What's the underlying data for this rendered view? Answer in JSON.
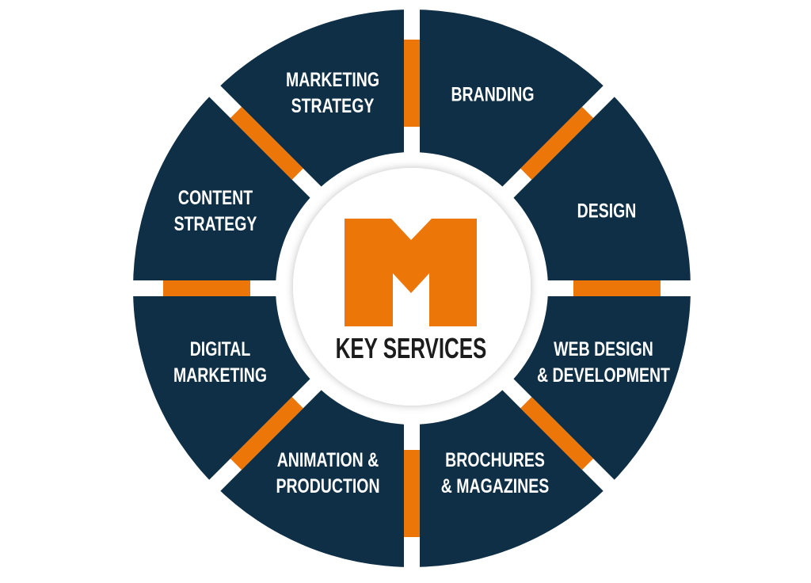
{
  "colors": {
    "segment": "#0e2f45",
    "accent": "#ec7608",
    "text": "#ffffff",
    "title": "#1c1c1c"
  },
  "center": {
    "logo_letter": "M",
    "title": "KEY SERVICES"
  },
  "segments": [
    {
      "lines": [
        "MARKETING",
        "STRATEGY"
      ]
    },
    {
      "lines": [
        "BRANDING"
      ]
    },
    {
      "lines": [
        "DESIGN"
      ]
    },
    {
      "lines": [
        "WEB DESIGN",
        "& DEVELOPMENT"
      ]
    },
    {
      "lines": [
        "BROCHURES",
        "& MAGAZINES"
      ]
    },
    {
      "lines": [
        "ANIMATION &",
        "PRODUCTION"
      ]
    },
    {
      "lines": [
        "DIGITAL",
        "MARKETING"
      ]
    },
    {
      "lines": [
        "CONTENT",
        "STRATEGY"
      ]
    }
  ]
}
